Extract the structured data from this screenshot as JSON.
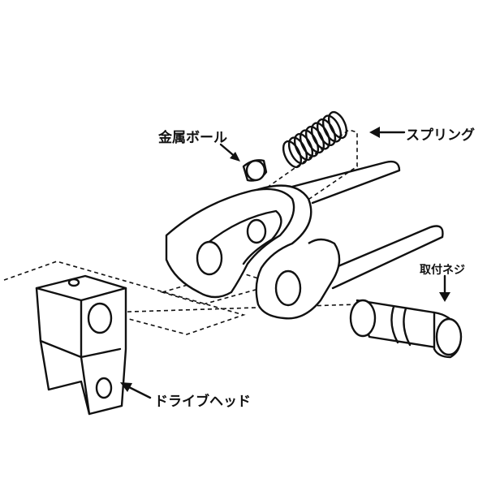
{
  "labels": {
    "ball": "金属ボール",
    "spring": "スプリング",
    "screw": "取付ネジ",
    "drive_head": "ドライブヘッド"
  },
  "colors": {
    "line": "#111111",
    "background": "#ffffff"
  }
}
